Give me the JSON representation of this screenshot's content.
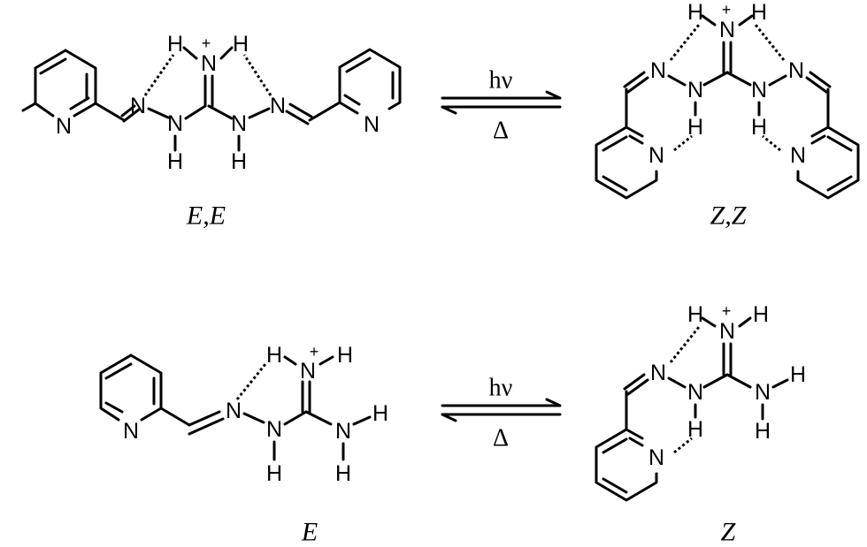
{
  "atoms": {
    "N": "N",
    "H": "H",
    "plus": "+"
  },
  "reactions": [
    {
      "reactant_label": "E,E",
      "product_label": "Z,Z",
      "forward_condition": "hν",
      "reverse_condition": "Δ"
    },
    {
      "reactant_label": "E",
      "product_label": "Z",
      "forward_condition": "hν",
      "reverse_condition": "Δ"
    }
  ]
}
